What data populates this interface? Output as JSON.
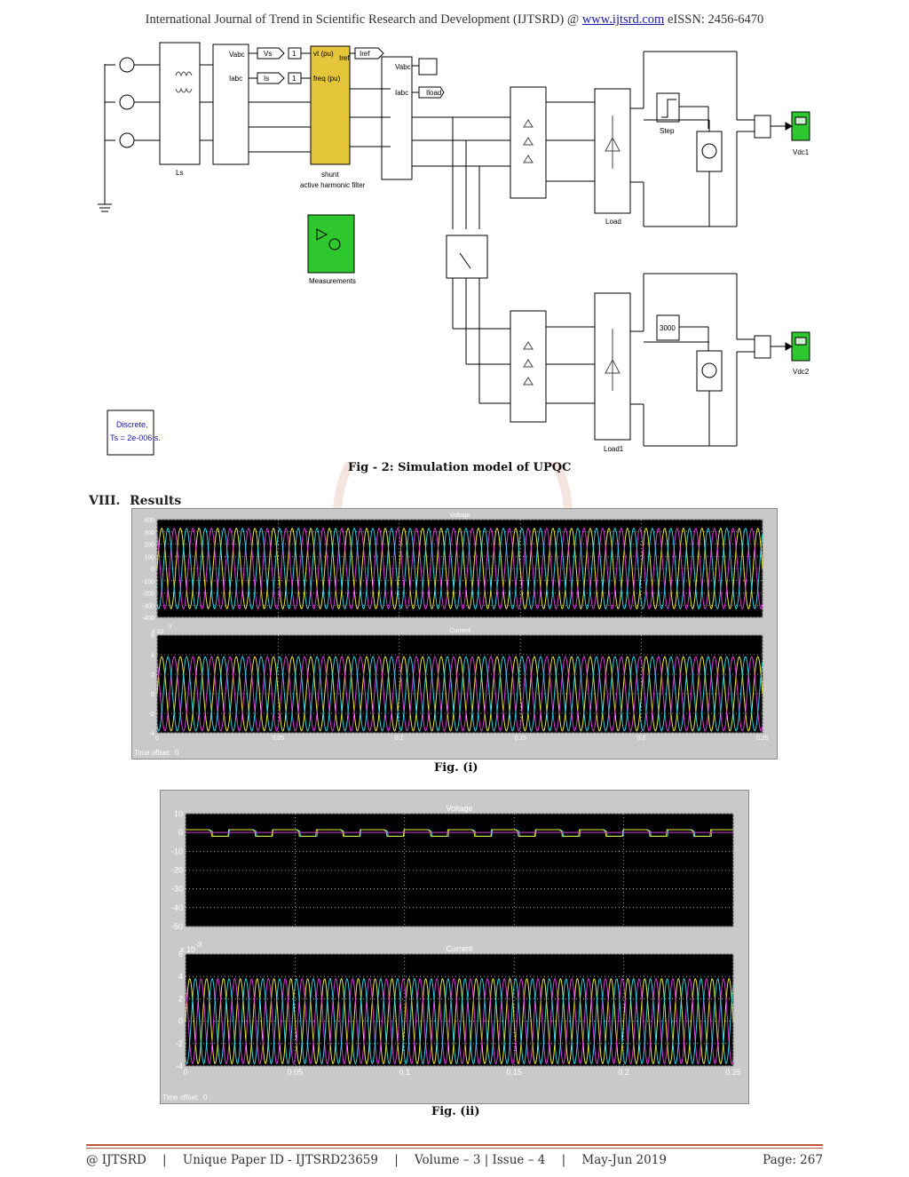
{
  "header": {
    "prefix": "International Journal of Trend in Scientific Research and Development (IJTSRD) @ ",
    "link": "www.ijtsrd.com",
    "suffix": " eISSN: 2456-6470"
  },
  "diagram": {
    "blocks": {
      "ls": "Ls",
      "shunt_line1": "shunt",
      "shunt_line2": "active harmonic filter",
      "measurements": "Measurements",
      "load": "Load",
      "load1": "Load1",
      "step": "Step",
      "const1": "1",
      "const2": "1",
      "const3000": "3000",
      "vdc1": "Vdc1",
      "vdc2": "Vdc2",
      "vabc": "Vabc",
      "iabc": "Iabc",
      "vs": "Vs",
      "is": "Is",
      "iref_out": "Iref",
      "iload": "Iload",
      "vt_pu": "vt (pu)",
      "freq_pu": "freq (pu)",
      "iref_port": "Iref",
      "discrete_line1": "Discrete,",
      "discrete_line2": "Ts = 2e-006 s."
    }
  },
  "captions": {
    "fig2": "Fig - 2: Simulation model of UPQC",
    "fig_i": "Fig. (i)",
    "fig_ii": "Fig. (ii)"
  },
  "section": {
    "number": "VIII.",
    "title": "Results"
  },
  "colors": {
    "phase_a": "#e8e83a",
    "phase_b": "#d63bd6",
    "phase_c": "#2fd0e0",
    "scope_bg": "#000000",
    "footer_rule": "#c05a3a"
  },
  "chart_data": [
    {
      "type": "line",
      "figure": "Fig. (i)",
      "subplots": [
        {
          "title": "Voltage",
          "ylim": [
            -400,
            400
          ],
          "yticks": [
            "400",
            "300",
            "200",
            "100",
            "0",
            "-100",
            "-200",
            "-300",
            "-400"
          ],
          "xlim": [
            0,
            0.25
          ],
          "xticks": [
            "0",
            "0.05",
            "0.1",
            "0.15",
            "0.2",
            "0.25"
          ],
          "amplitude": 330,
          "frequency_hz": 100,
          "phases_deg": [
            0,
            120,
            240
          ]
        },
        {
          "title": "Current",
          "exponent_label": "x 10",
          "exponent": "-3",
          "ylim": [
            -4,
            6
          ],
          "yticks": [
            "6",
            "4",
            "2",
            "0",
            "-2",
            "-4"
          ],
          "xlim": [
            0,
            0.25
          ],
          "xticks": [
            "0",
            "0.05",
            "0.1",
            "0.15",
            "0.2",
            "0.25"
          ],
          "amplitude": 3.8,
          "frequency_hz": 100,
          "phases_deg": [
            0,
            120,
            240
          ]
        }
      ],
      "time_offset_label": "Time offset:",
      "time_offset": "0"
    },
    {
      "type": "line",
      "figure": "Fig. (ii)",
      "subplots": [
        {
          "title": "Voltage",
          "ylim": [
            -50,
            10
          ],
          "yticks": [
            "10",
            "0",
            "-10",
            "-20",
            "-30",
            "-40",
            "-50"
          ],
          "xlim": [
            0,
            0.25
          ],
          "xticks": [
            "0",
            "0.05",
            "0.1",
            "0.15",
            "0.2",
            "0.25"
          ],
          "waveform": "square",
          "high": 1.5,
          "low": -2.0,
          "period_s": 0.02
        },
        {
          "title": "Current",
          "exponent_label": "x 10",
          "exponent": "-3",
          "ylim": [
            -4,
            6
          ],
          "yticks": [
            "6",
            "4",
            "2",
            "0",
            "-2",
            "-4"
          ],
          "xlim": [
            0,
            0.25
          ],
          "xticks": [
            "0",
            "0.05",
            "0.1",
            "0.15",
            "0.2",
            "0.25"
          ],
          "amplitude": 3.8,
          "frequency_hz": 100,
          "phases_deg": [
            0,
            120,
            240
          ]
        }
      ],
      "time_offset_label": "Time offset:",
      "time_offset": "0"
    }
  ],
  "footer": {
    "brand": "@ IJTSRD",
    "paper_id": "Unique Paper ID - IJTSRD23659",
    "volume": "Volume – 3 | Issue – 4",
    "date": "May-Jun 2019",
    "page": "Page: 267"
  }
}
